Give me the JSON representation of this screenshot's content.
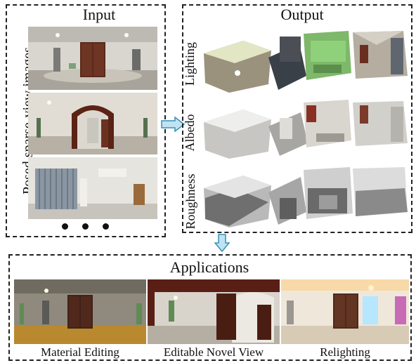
{
  "input": {
    "title": "Input",
    "side_label": "Posed sparse-view images"
  },
  "output": {
    "title": "Output",
    "rows": [
      {
        "label": "Lighting"
      },
      {
        "label": "Albedo"
      },
      {
        "label": "Roughness"
      }
    ]
  },
  "applications": {
    "title": "Applications",
    "items": [
      {
        "caption": "Material Editing"
      },
      {
        "caption": "Editable Novel View"
      },
      {
        "caption": "Relighting"
      }
    ]
  },
  "colors": {
    "arrow_fill": "#bfe3f3",
    "arrow_stroke": "#3a8fb7",
    "lighting_glow": "#8fd17a"
  }
}
